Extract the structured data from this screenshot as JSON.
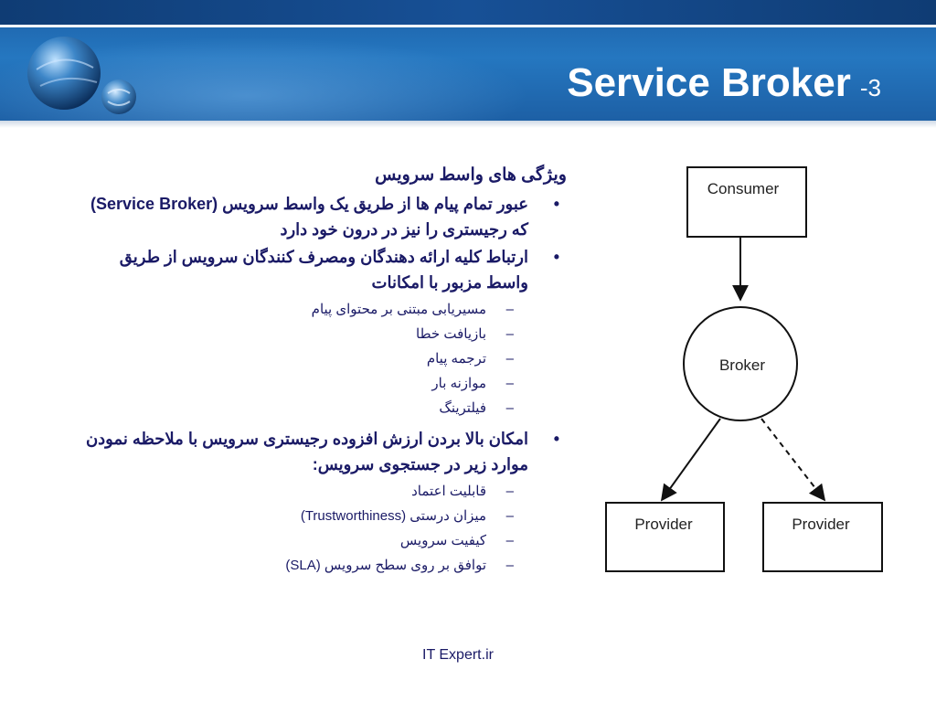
{
  "slide": {
    "title": "Service Broker",
    "title_number": "-3",
    "heading": "ویژگی های واسط سرویس",
    "bullets": [
      {
        "text": "عبور تمام پیام ها از طریق یک واسط سرویس (Service Broker) که رجیستری را نیز در درون خود دارد",
        "subitems": []
      },
      {
        "text": "ارتباط کلیه ارائه دهندگان ومصرف کنندگان سرویس از طریق واسط مزبور با امکانات",
        "subitems": [
          "مسیریابی مبتنی بر محتوای پیام",
          "بازیافت خطا",
          "ترجمه پیام",
          "موازنه بار",
          "فیلترینگ"
        ]
      },
      {
        "text": "امکان بالا بردن ارزش افزوده رجیستری سرویس با ملاحظه نمودن موارد زیر در جستجوی سرویس:",
        "subitems": [
          "قابلیت اعتماد",
          "میزان درستی (Trustworthiness)",
          "کیفیت سرویس",
          "توافق بر روی سطح سرویس (SLA)"
        ]
      }
    ],
    "bullet_symbol": "•",
    "sub_symbol": "–",
    "footer": "IT Expert.ir"
  },
  "diagram": {
    "consumer": "Consumer",
    "broker": "Broker",
    "provider_left": "Provider",
    "provider_right": "Provider"
  },
  "colors": {
    "header_blue": "#1c5fa6",
    "text_navy": "#1a1a66",
    "white": "#ffffff"
  },
  "icons": {
    "logo": "globe-logo-icon"
  }
}
